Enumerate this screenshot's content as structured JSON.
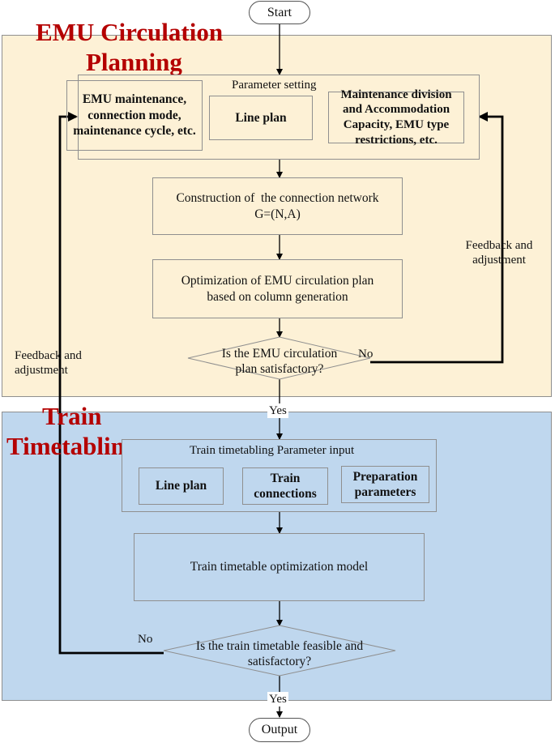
{
  "terminals": {
    "start": "Start",
    "output": "Output"
  },
  "emu": {
    "title_line1": "EMU Circulation",
    "title_line2": "Planning",
    "parameter_setting": "Parameter setting",
    "box_maintenance": "EMU maintenance, connection mode, maintenance cycle, etc.",
    "box_line_plan": "Line plan",
    "box_division": "Maintenance division and Accommodation Capacity, EMU type restrictions, etc.",
    "network_line1": "Construction of  the connection network",
    "network_line2": "G=(N,A)",
    "optimization": "Optimization of EMU circulation plan based on column generation",
    "decision": "Is the EMU circulation plan satisfactory?",
    "no_label": "No",
    "yes_label": "Yes",
    "feedback_right": "Feedback and adjustment"
  },
  "timetable": {
    "title_line1": "Train",
    "title_line2": "Timetabling",
    "parameter_input": "Train timetabling Parameter input",
    "box_line_plan": "Line plan",
    "box_connections": "Train connections",
    "box_preparation": "Preparation parameters",
    "model": "Train timetable optimization model",
    "decision": "Is the train timetable feasible and satisfactory?",
    "no_label": "No",
    "yes_label": "Yes"
  },
  "feedback_left": "Feedback and adjustment"
}
